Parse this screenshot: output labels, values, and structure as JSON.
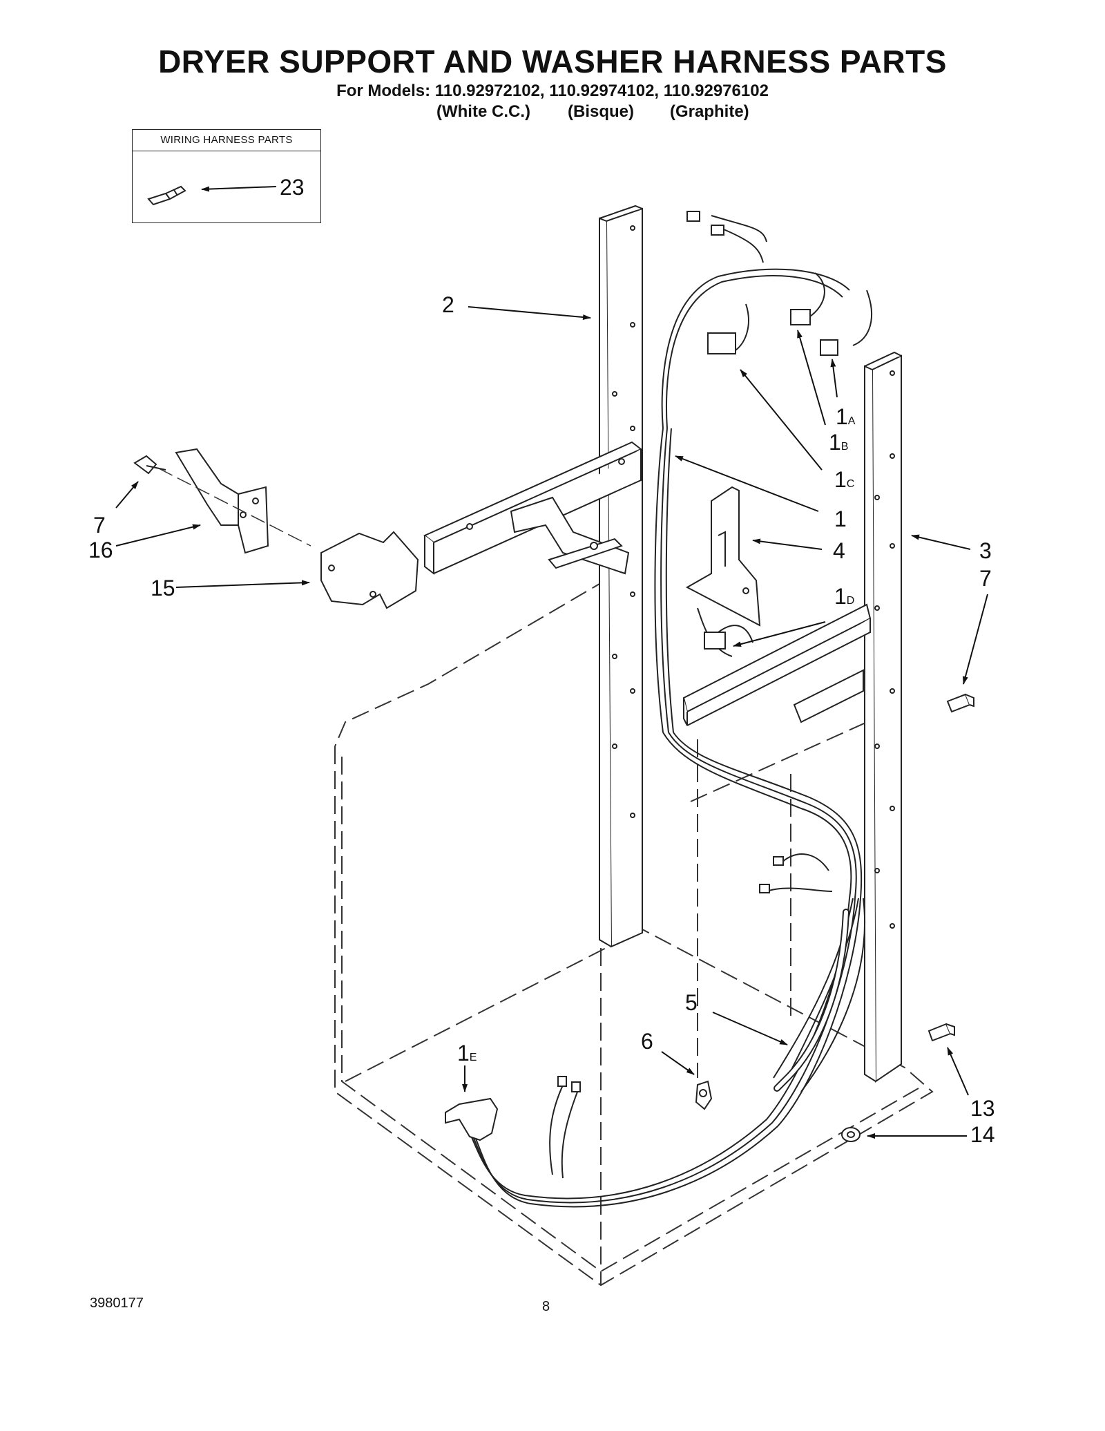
{
  "header": {
    "title": "DRYER SUPPORT AND WASHER HARNESS PARTS",
    "models": "For Models: 110.92972102, 110.92974102, 110.92976102",
    "colors": [
      "(White C.C.)",
      "(Bisque)",
      "(Graphite)"
    ]
  },
  "inset": {
    "title": "WIRING HARNESS PARTS",
    "callout": "23"
  },
  "callouts": [
    {
      "id": "2",
      "text": "2"
    },
    {
      "id": "1A",
      "text": "1",
      "sub": "A"
    },
    {
      "id": "1B",
      "text": "1",
      "sub": "B"
    },
    {
      "id": "1C",
      "text": "1",
      "sub": "C"
    },
    {
      "id": "1",
      "text": "1"
    },
    {
      "id": "4",
      "text": "4"
    },
    {
      "id": "1D",
      "text": "1",
      "sub": "D"
    },
    {
      "id": "3",
      "text": "3"
    },
    {
      "id": "7r",
      "text": "7"
    },
    {
      "id": "7l",
      "text": "7"
    },
    {
      "id": "16",
      "text": "16"
    },
    {
      "id": "15",
      "text": "15"
    },
    {
      "id": "5",
      "text": "5"
    },
    {
      "id": "6",
      "text": "6"
    },
    {
      "id": "1E",
      "text": "1",
      "sub": "E"
    },
    {
      "id": "13",
      "text": "13"
    },
    {
      "id": "14",
      "text": "14"
    }
  ],
  "footer": {
    "doc_number": "3980177",
    "page_number": "8"
  }
}
